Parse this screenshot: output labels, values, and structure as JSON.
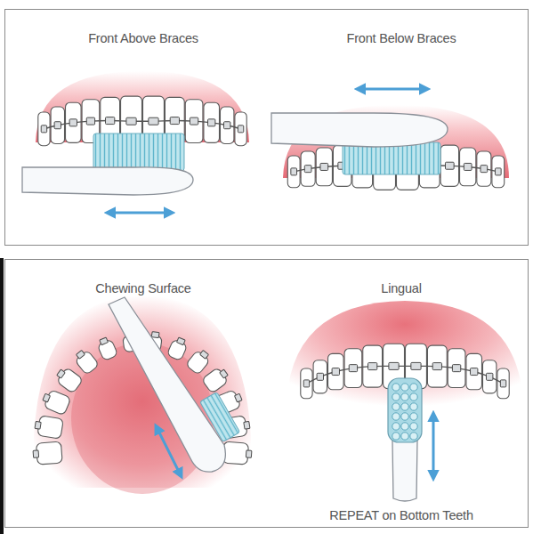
{
  "diagram": {
    "nodes": [
      {
        "text": [
          "Front Above Braces",
          "Front Below Braces"
        ]
      },
      {
        "text": [
          "Chewing Surface",
          "Lingual",
          "REPEAT on Bottom Teeth"
        ]
      }
    ]
  }
}
